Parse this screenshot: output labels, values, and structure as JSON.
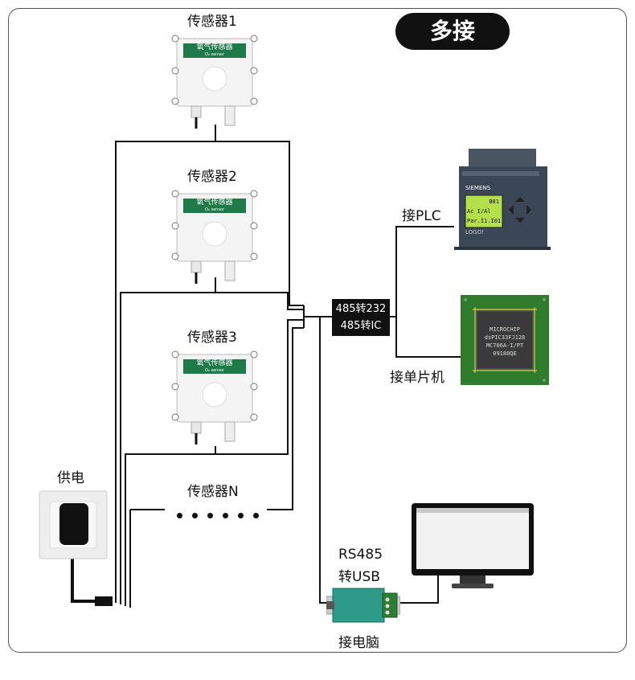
{
  "badge": "多接",
  "sensors": [
    {
      "label": "传感器1",
      "device_name": "氧气传感器",
      "device_sub": "O₂ sensor"
    },
    {
      "label": "传感器2",
      "device_name": "氧气传感器",
      "device_sub": "O₂ sensor"
    },
    {
      "label": "传感器3",
      "device_name": "氧气传感器",
      "device_sub": "O₂ sensor"
    },
    {
      "label": "传感器N"
    }
  ],
  "power_label": "供电",
  "converter": {
    "line1": "485转232",
    "line2": "485转IC"
  },
  "plc": {
    "label": "接PLC",
    "brand": "SIEMENS",
    "screen_line1": "B01",
    "screen_line2": "Ac I/Al",
    "screen_line3": "Par.I1.I01",
    "model": "LOGO!"
  },
  "mcu": {
    "label": "接单片机",
    "chip_brand": "MICROCHIP",
    "chip_line1": "dsPIC33FJ128",
    "chip_line2": "MC706A-I/PT",
    "chip_line3": "09180QE"
  },
  "usb": {
    "label_line1": "RS485",
    "label_line2": "转USB",
    "pc_label": "接电脑"
  },
  "colors": {
    "sensor_band": "#1f7a4a",
    "wire": "#111111",
    "badge_bg": "#111111",
    "plc_body": "#3b4756",
    "plc_screen": "#b6e04a",
    "pcb": "#2f7d2c",
    "chip": "#3a3a3a"
  }
}
